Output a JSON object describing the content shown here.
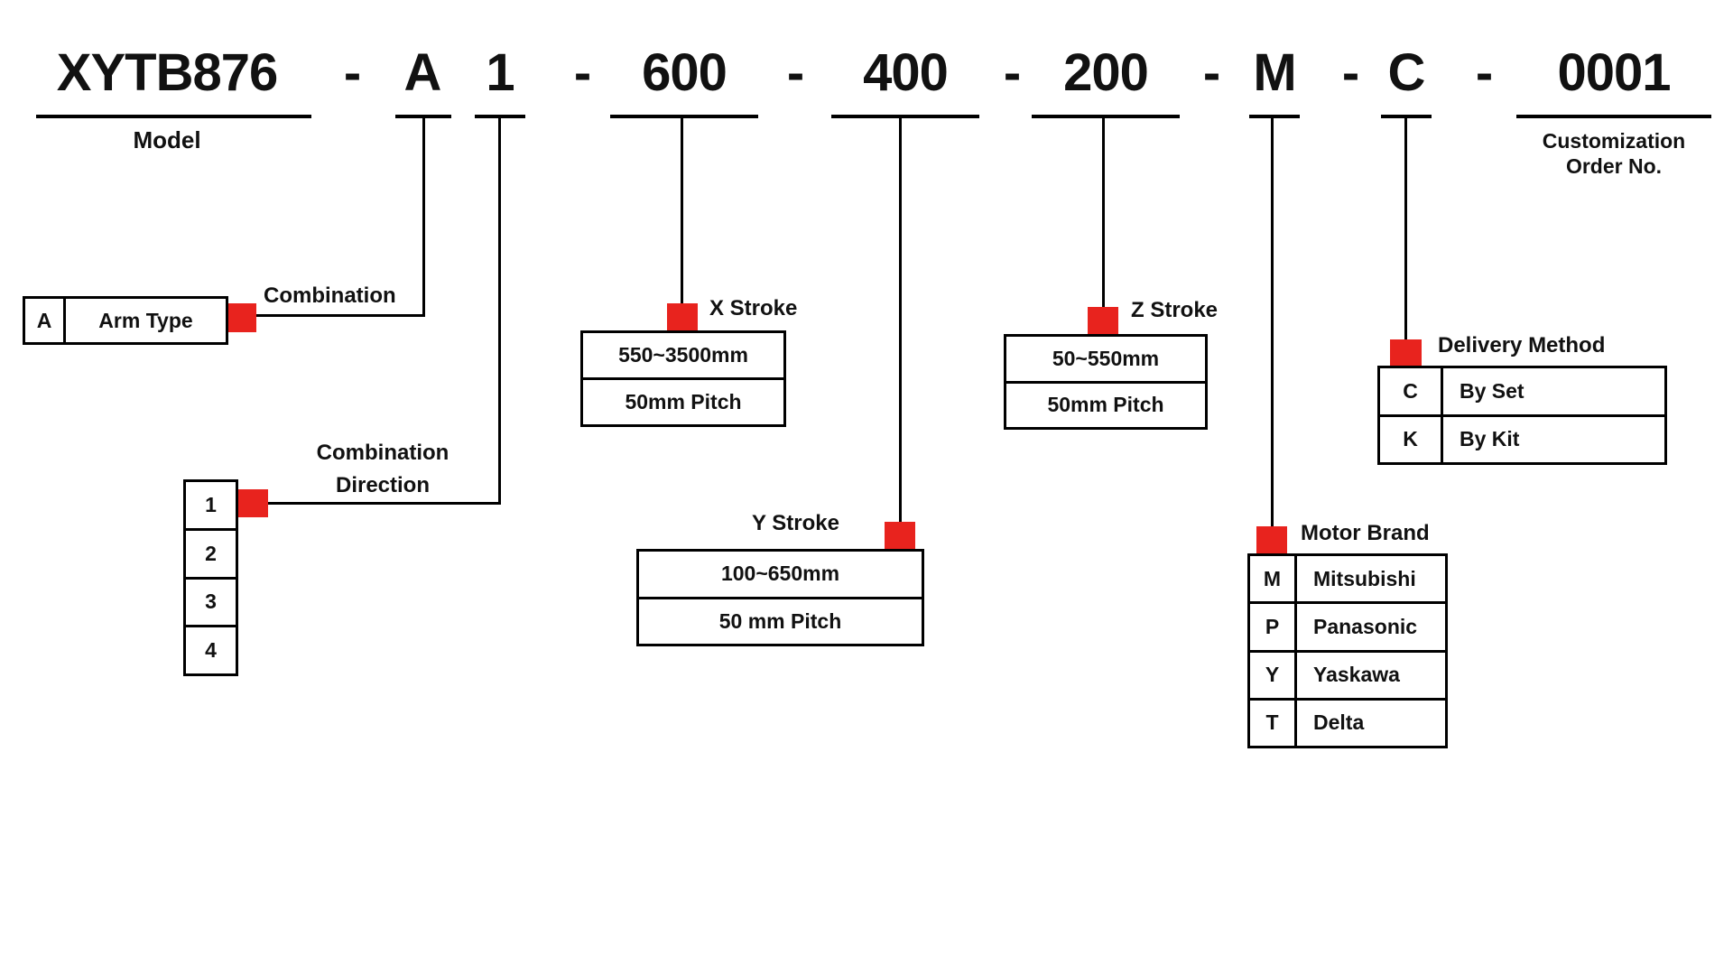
{
  "colors": {
    "accent_red": "#e8231e",
    "line_black": "#000000"
  },
  "header": {
    "dash": "-",
    "model": {
      "code": "XYTB876",
      "label": "Model"
    },
    "combination": "A",
    "direction": "1",
    "x_stroke": "600",
    "y_stroke": "400",
    "z_stroke": "200",
    "motor": "M",
    "delivery": "C",
    "order": {
      "code": "0001",
      "label_line1": "Customization",
      "label_line2": "Order No."
    }
  },
  "arm_type": {
    "callout": "Combination",
    "code": "A",
    "label": "Arm Type"
  },
  "combination_direction": {
    "callout_line1": "Combination",
    "callout_line2": "Direction",
    "options": [
      "1",
      "2",
      "3",
      "4"
    ]
  },
  "x_stroke": {
    "callout": "X Stroke",
    "range": "550~3500mm",
    "pitch": "50mm Pitch"
  },
  "y_stroke": {
    "callout": "Y Stroke",
    "range": "100~650mm",
    "pitch": "50 mm Pitch"
  },
  "z_stroke": {
    "callout": "Z Stroke",
    "range": "50~550mm",
    "pitch": "50mm Pitch"
  },
  "motor_brand": {
    "callout": "Motor Brand",
    "options": [
      {
        "code": "M",
        "name": "Mitsubishi"
      },
      {
        "code": "P",
        "name": "Panasonic"
      },
      {
        "code": "Y",
        "name": "Yaskawa"
      },
      {
        "code": "T",
        "name": "Delta"
      }
    ]
  },
  "delivery_method": {
    "callout": "Delivery Method",
    "options": [
      {
        "code": "C",
        "name": "By Set"
      },
      {
        "code": "K",
        "name": "By Kit"
      }
    ]
  }
}
